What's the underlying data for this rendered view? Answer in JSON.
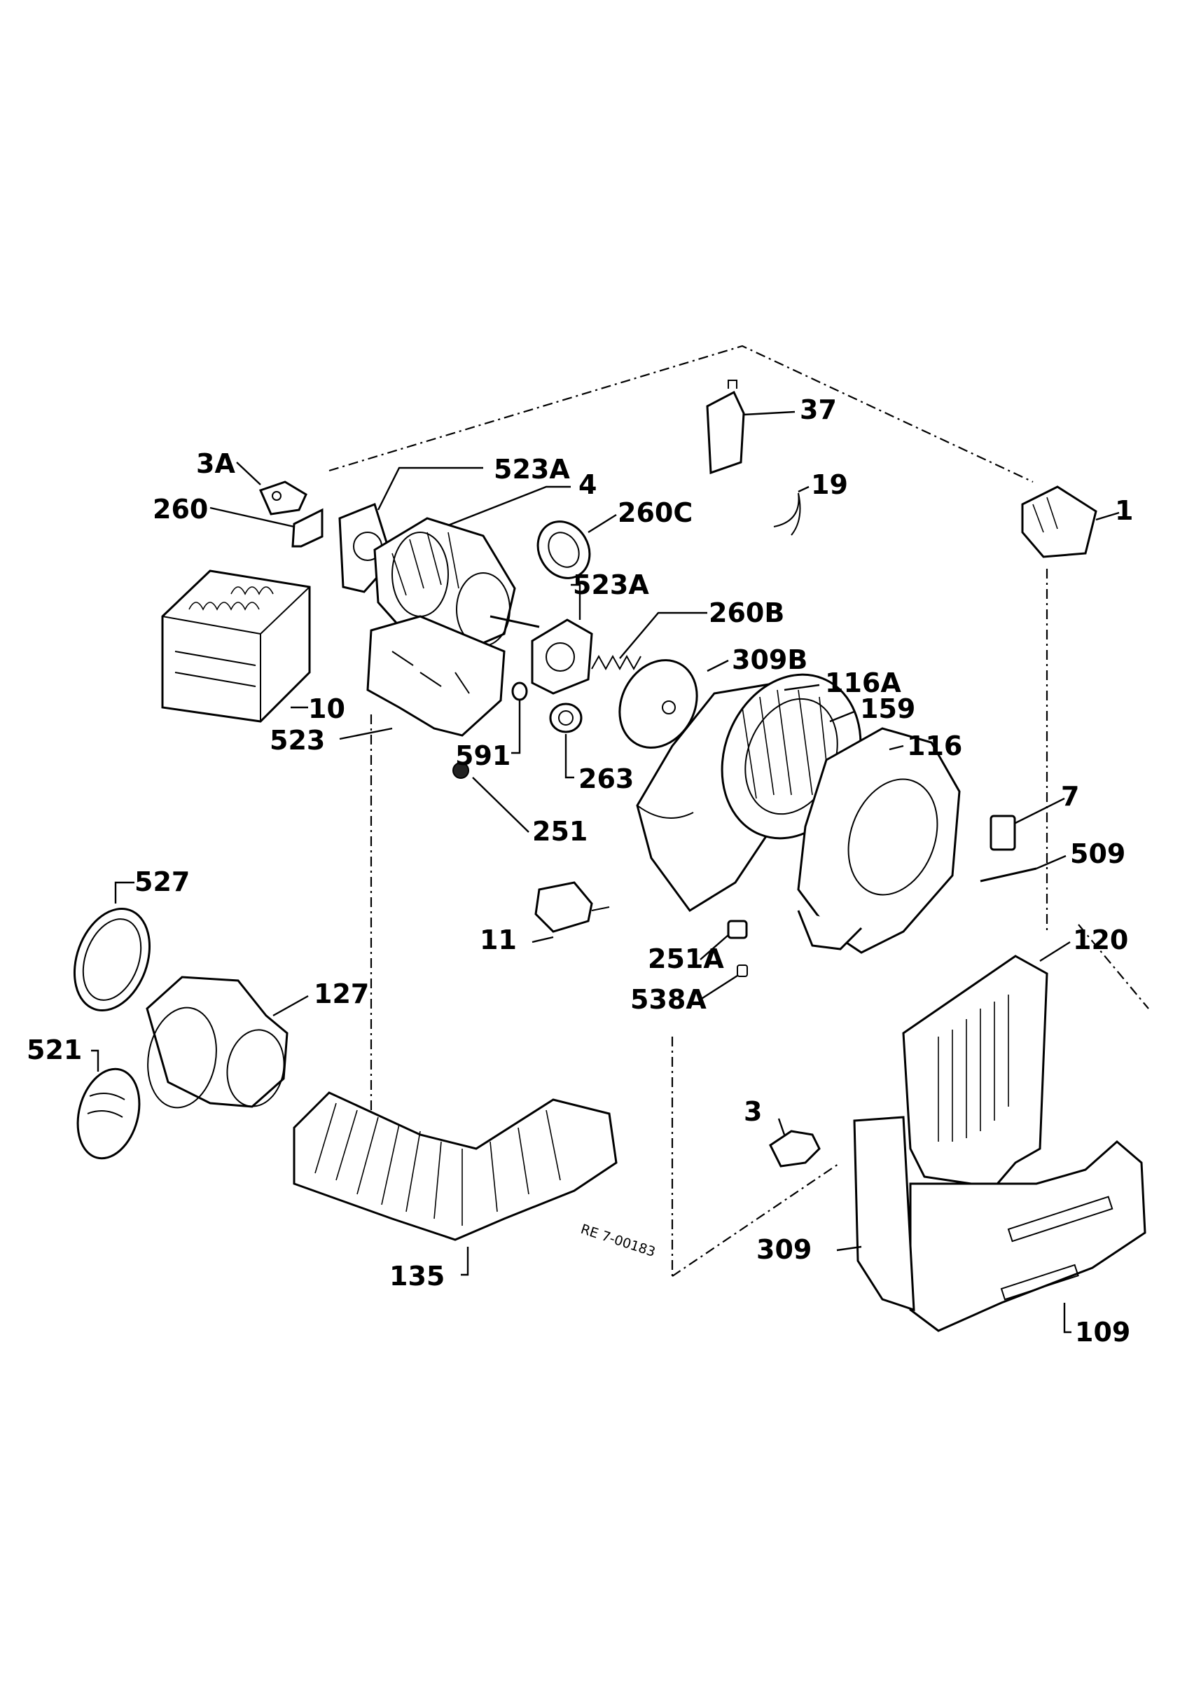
{
  "drawing_code": "RE 7-00183",
  "labels": [
    {
      "id": "3A",
      "text": "3A"
    },
    {
      "id": "260",
      "text": "260"
    },
    {
      "id": "523A_top",
      "text": "523A"
    },
    {
      "id": "4",
      "text": "4"
    },
    {
      "id": "260C",
      "text": "260C"
    },
    {
      "id": "37",
      "text": "37"
    },
    {
      "id": "19",
      "text": "19"
    },
    {
      "id": "1",
      "text": "1"
    },
    {
      "id": "523A_mid",
      "text": "523A"
    },
    {
      "id": "260B",
      "text": "260B"
    },
    {
      "id": "309B",
      "text": "309B"
    },
    {
      "id": "116A",
      "text": "116A"
    },
    {
      "id": "159",
      "text": "159"
    },
    {
      "id": "116",
      "text": "116"
    },
    {
      "id": "10",
      "text": "10"
    },
    {
      "id": "523",
      "text": "523"
    },
    {
      "id": "591",
      "text": "591"
    },
    {
      "id": "263",
      "text": "263"
    },
    {
      "id": "251",
      "text": "251"
    },
    {
      "id": "7",
      "text": "7"
    },
    {
      "id": "509",
      "text": "509"
    },
    {
      "id": "527",
      "text": "527"
    },
    {
      "id": "11",
      "text": "11"
    },
    {
      "id": "251A",
      "text": "251A"
    },
    {
      "id": "538A",
      "text": "538A"
    },
    {
      "id": "120",
      "text": "120"
    },
    {
      "id": "127",
      "text": "127"
    },
    {
      "id": "521",
      "text": "521"
    },
    {
      "id": "3",
      "text": "3"
    },
    {
      "id": "309",
      "text": "309"
    },
    {
      "id": "135",
      "text": "135"
    },
    {
      "id": "109",
      "text": "109"
    }
  ]
}
